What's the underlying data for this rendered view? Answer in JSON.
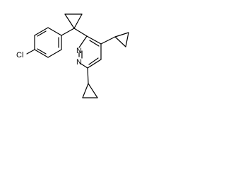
{
  "structure": {
    "atoms": {
      "chlorine": "Cl",
      "ring_nitrogen_upper": "N",
      "ring_nitrogen_lower": "N"
    }
  },
  "colors": {
    "bond": "#000000",
    "background": "#ffffff"
  }
}
